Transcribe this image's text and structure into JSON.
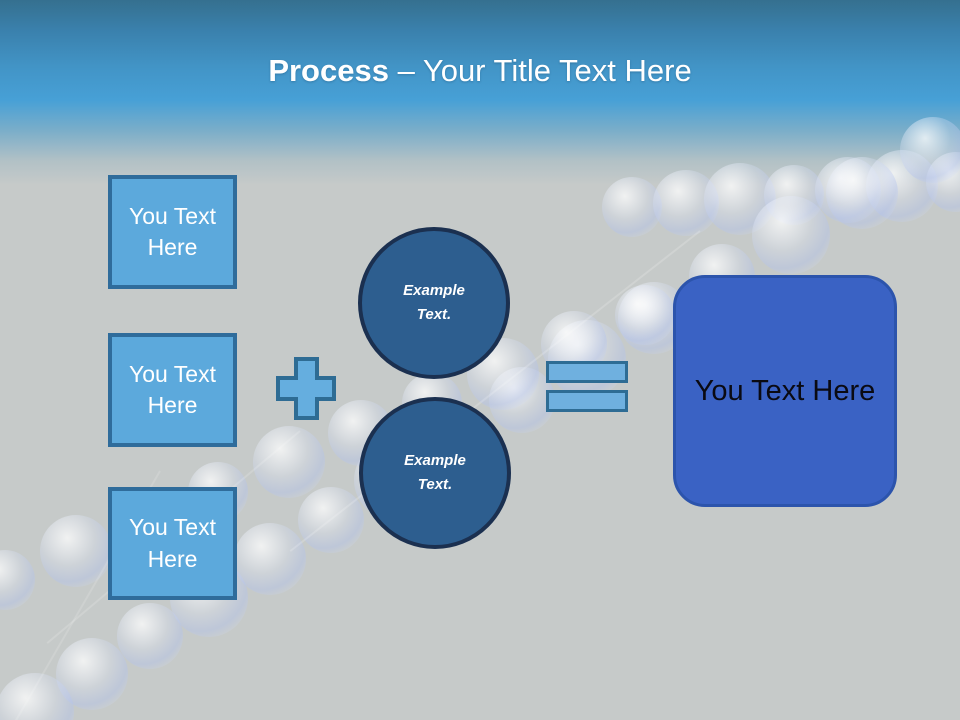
{
  "slide_title": {
    "keyword": "Process",
    "subtitle": "– Your Title Text Here"
  },
  "input_boxes": [
    {
      "label": "You Text Here"
    },
    {
      "label": "You Text Here"
    },
    {
      "label": "You Text Here"
    }
  ],
  "operators": {
    "plus": "plus-icon",
    "equals": "equals-icon"
  },
  "example_circles": [
    {
      "label": "Example Text."
    },
    {
      "label": "Example Text."
    }
  ],
  "result_box": {
    "label": "You Text Here"
  },
  "colors": {
    "header_blue": "#47A0D6",
    "header_blue_dark": "#35708F",
    "background_gray": "#C6CAC9",
    "placeholder_fill": "#5CA9DC",
    "placeholder_border": "#2F6C9B",
    "operator_fill": "#6FB0DF",
    "operator_border": "#2E6C94",
    "circle_fill": "#2D5E8F",
    "circle_border": "#1B3050",
    "result_fill": "#3A62C4",
    "result_border": "#2C54AC",
    "title_text": "#FFFFFF",
    "result_text": "#0A0A12"
  }
}
